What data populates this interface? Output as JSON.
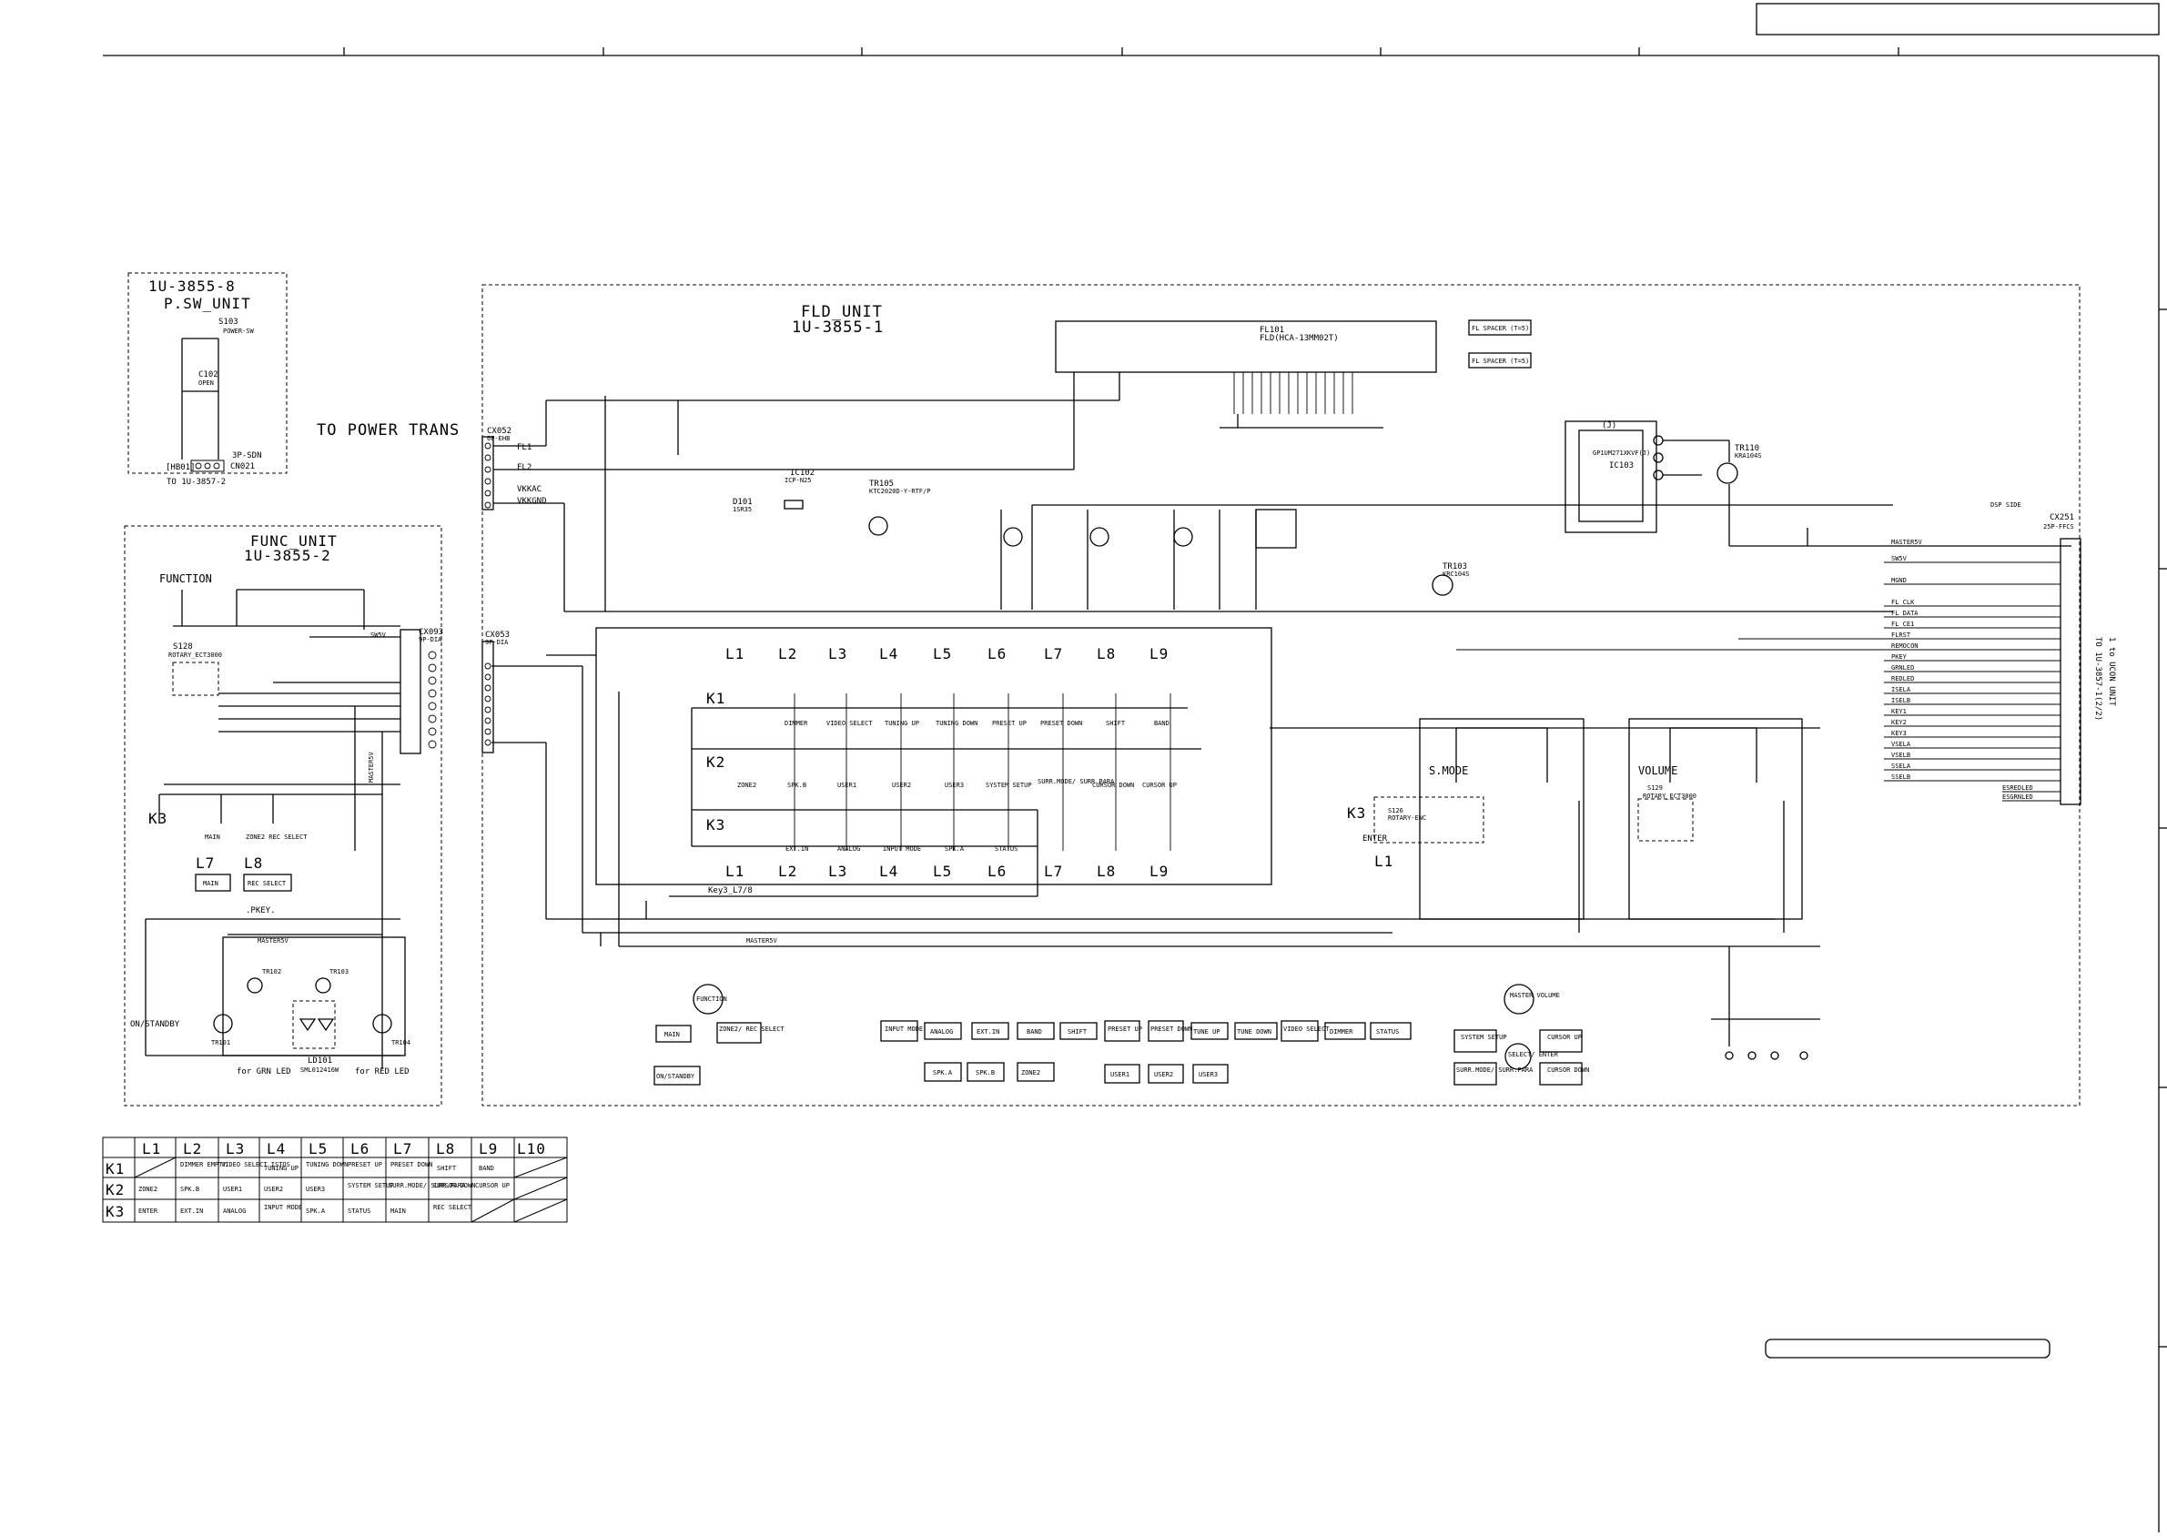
{
  "sheet": {
    "title_box": "",
    "bottom_box": ""
  },
  "psw_unit": {
    "part_no": "1U-3855-8",
    "name": "P.SW_UNIT",
    "s103": "S103",
    "s103_desc": "POWER-SW",
    "c102": "C102",
    "c102_val": "OPEN",
    "connector": "3P-SDN",
    "cn_ref": "CN021",
    "conn_left": "[HB01]",
    "to_note": "TO 1U-3857-2"
  },
  "to_power_trans": "TO POWER TRANS",
  "fld_unit": {
    "name": "FLD_UNIT",
    "part_no": "1U-3855-1",
    "fl101": "FL101",
    "fl101_type": "FLD(HCA-13MM02T)",
    "cx052": "CX052",
    "cx052_type": "6P-EHB",
    "cx053": "CX053",
    "cx053_type": "9P-DIA",
    "cx251": "CX251",
    "cx251_type": "25P-FFCS",
    "fl_spacer_1": "FL SPACER (T=5)",
    "fl_spacer_2": "FL SPACER (T=5)",
    "dsp_side": "DSP SIDE",
    "ic103": "IC103",
    "ic103_type": "GP1UM271XKVF(J)",
    "tr110": "TR110",
    "tr110_type": "KRA104S",
    "tr103": "TR103",
    "tr103_type": "KRC104S",
    "tr105": "TR105",
    "tr105_type": "KTC2020D-Y-RTF/P",
    "d101": "D101",
    "d101_type": "1SR35",
    "ic102": "IC102",
    "ic102_type": "ICP-N25",
    "conn_pins_left": [
      "FL1",
      "FL2",
      "VKKAC",
      "VKKGND"
    ],
    "conn_pins_right": [
      "MASTER5V",
      "SW5V",
      "MGND",
      "FL_CLK",
      "FL_DATA",
      "FL_CE1",
      "FLRST",
      "REMOCON",
      "PKEY",
      "GRNLED",
      "REDLED",
      "ISELA",
      "ISELB",
      "KEY1",
      "KEY2",
      "KEY3",
      "VSELA",
      "VSELB",
      "SSELA",
      "SSELB",
      "ESREDLED",
      "ESGRNLED"
    ],
    "to_note": "TO 1U-3857-1(2/2)",
    "to_note2": "1 to UCON UNIT"
  },
  "func_unit": {
    "name": "FUNC_UNIT",
    "part_no": "1U-3855-2",
    "function_label": "FUNCTION",
    "s128": "S128",
    "s128_type": "ROTARY_ECT3000",
    "cx093": "CX093",
    "cx093_type": "9P-DIA",
    "ld101": "LD101",
    "ld101_type": "SML012416W",
    "for_grn_led": "for GRN LED",
    "for_red_led": "for RED LED",
    "on_standby": "ON/STANDBY",
    "tr101": "TR101",
    "tr102": "TR102",
    "tr103": "TR103",
    "tr104": "TR104",
    "master5v": "MASTER5V",
    "pkey": ".PKEY."
  },
  "key_rows": {
    "columns": [
      "L1",
      "L2",
      "L3",
      "L4",
      "L5",
      "L6",
      "L7",
      "L8",
      "L9"
    ],
    "k1_label": "K1",
    "k2_label": "K2",
    "k3_label": "K3",
    "k1_switches": [
      "DIMMER",
      "VIDEO SELECT",
      "TUNING UP",
      "TUNING DOWN",
      "PRESET UP",
      "PRESET DOWN",
      "SHIFT",
      "BAND"
    ],
    "k2_switches": [
      "ZONE2",
      "SPK.B",
      "USER1",
      "USER2",
      "USER3",
      "SYSTEM SETUP",
      "SURR.MODE/ SURR.PARA",
      "CURSOR DOWN",
      "CURSOR UP"
    ],
    "k3_switches": [
      "EXT.IN",
      "ANALOG",
      "INPUT MODE",
      "SPK.A",
      "STATUS"
    ],
    "key_note": "Key3_L7/8"
  },
  "mode_blocks": {
    "smode": "S.MODE",
    "volume": "VOLUME",
    "s126": "S126",
    "s126_type": "ROTARY-ENC",
    "s129": "S129",
    "s129_type": "ROTARY_ECT3000",
    "enter": "ENTER",
    "k3": "K3",
    "l1": "L1"
  },
  "front_panel": {
    "function_knob": "FUNCTION",
    "master_volume_knob": "MASTER VOLUME",
    "select_enter_knob": "SELECT/ ENTER",
    "buttons_row1": [
      "INPUT MODE",
      "ANALOG",
      "EXT.IN",
      "BAND",
      "SHIFT",
      "PRESET UP",
      "PRESET DOWN",
      "TUNE UP",
      "TUNE DOWN",
      "VIDEO SELECT",
      "DIMMER",
      "STATUS"
    ],
    "buttons_row2": [
      "SPK.A",
      "SPK.B",
      "ZONE2"
    ],
    "buttons_row3": [
      "USER1",
      "USER2",
      "USER3"
    ],
    "left_buttons": [
      "MAIN",
      "ZONE2/ REC SELECT",
      "ON/STANDBY"
    ],
    "right_buttons": [
      "SYSTEM SETUP",
      "CURSOR UP",
      "SURR.MODE/ SURR.PARA",
      "CURSOR DOWN"
    ]
  },
  "func_keys": {
    "k3": "K3",
    "l7": "L7",
    "l8": "L8",
    "main": "MAIN",
    "rec_select": "REC SELECT",
    "zone2_rec": "ZONE2 REC SELECT"
  },
  "key_matrix": {
    "headers": [
      "",
      "L1",
      "L2",
      "L3",
      "L4",
      "L5",
      "L6",
      "L7",
      "L8",
      "L9",
      "L10"
    ],
    "rows": [
      [
        "K1",
        "",
        "DIMMER EMPTY",
        "VIDEO SELECT ISTOS",
        "TUNING UP",
        "TUNING DOWN",
        "PRESET UP",
        "PRESET DOWN",
        "SHIFT",
        "BAND",
        ""
      ],
      [
        "K2",
        "ZONE2",
        "SPK.B",
        "USER1",
        "USER2",
        "USER3",
        "SYSTEM SETUP",
        "SURR.MODE/ SURR.PARA",
        "CURSOR DOWN",
        "CURSOR UP",
        ""
      ],
      [
        "K3",
        "ENTER",
        "EXT.IN",
        "ANALOG",
        "INPUT MODE",
        "SPK.A",
        "STATUS",
        "MAIN",
        "REC SELECT",
        "",
        ""
      ]
    ]
  }
}
